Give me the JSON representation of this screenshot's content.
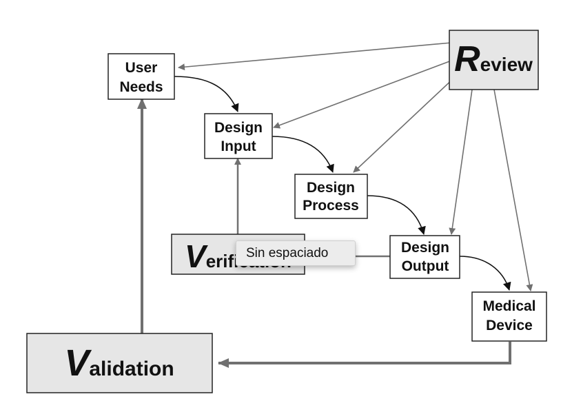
{
  "diagram": {
    "user_needs": {
      "line1": "User",
      "line2": "Needs"
    },
    "design_input": {
      "line1": "Design",
      "line2": "Input"
    },
    "design_process": {
      "line1": "Design",
      "line2": "Process"
    },
    "design_output": {
      "line1": "Design",
      "line2": "Output"
    },
    "medical_device": {
      "line1": "Medical",
      "line2": "Device"
    },
    "review": {
      "initial": "R",
      "rest": "eview"
    },
    "verification": {
      "initial": "V",
      "rest": "erification"
    },
    "validation": {
      "initial": "V",
      "rest": "alidation"
    }
  },
  "tooltip": {
    "text": "Sin espaciado"
  },
  "colors": {
    "box_fill": "#e6e6e6",
    "arrow_gray": "#707070",
    "border": "#222222"
  }
}
